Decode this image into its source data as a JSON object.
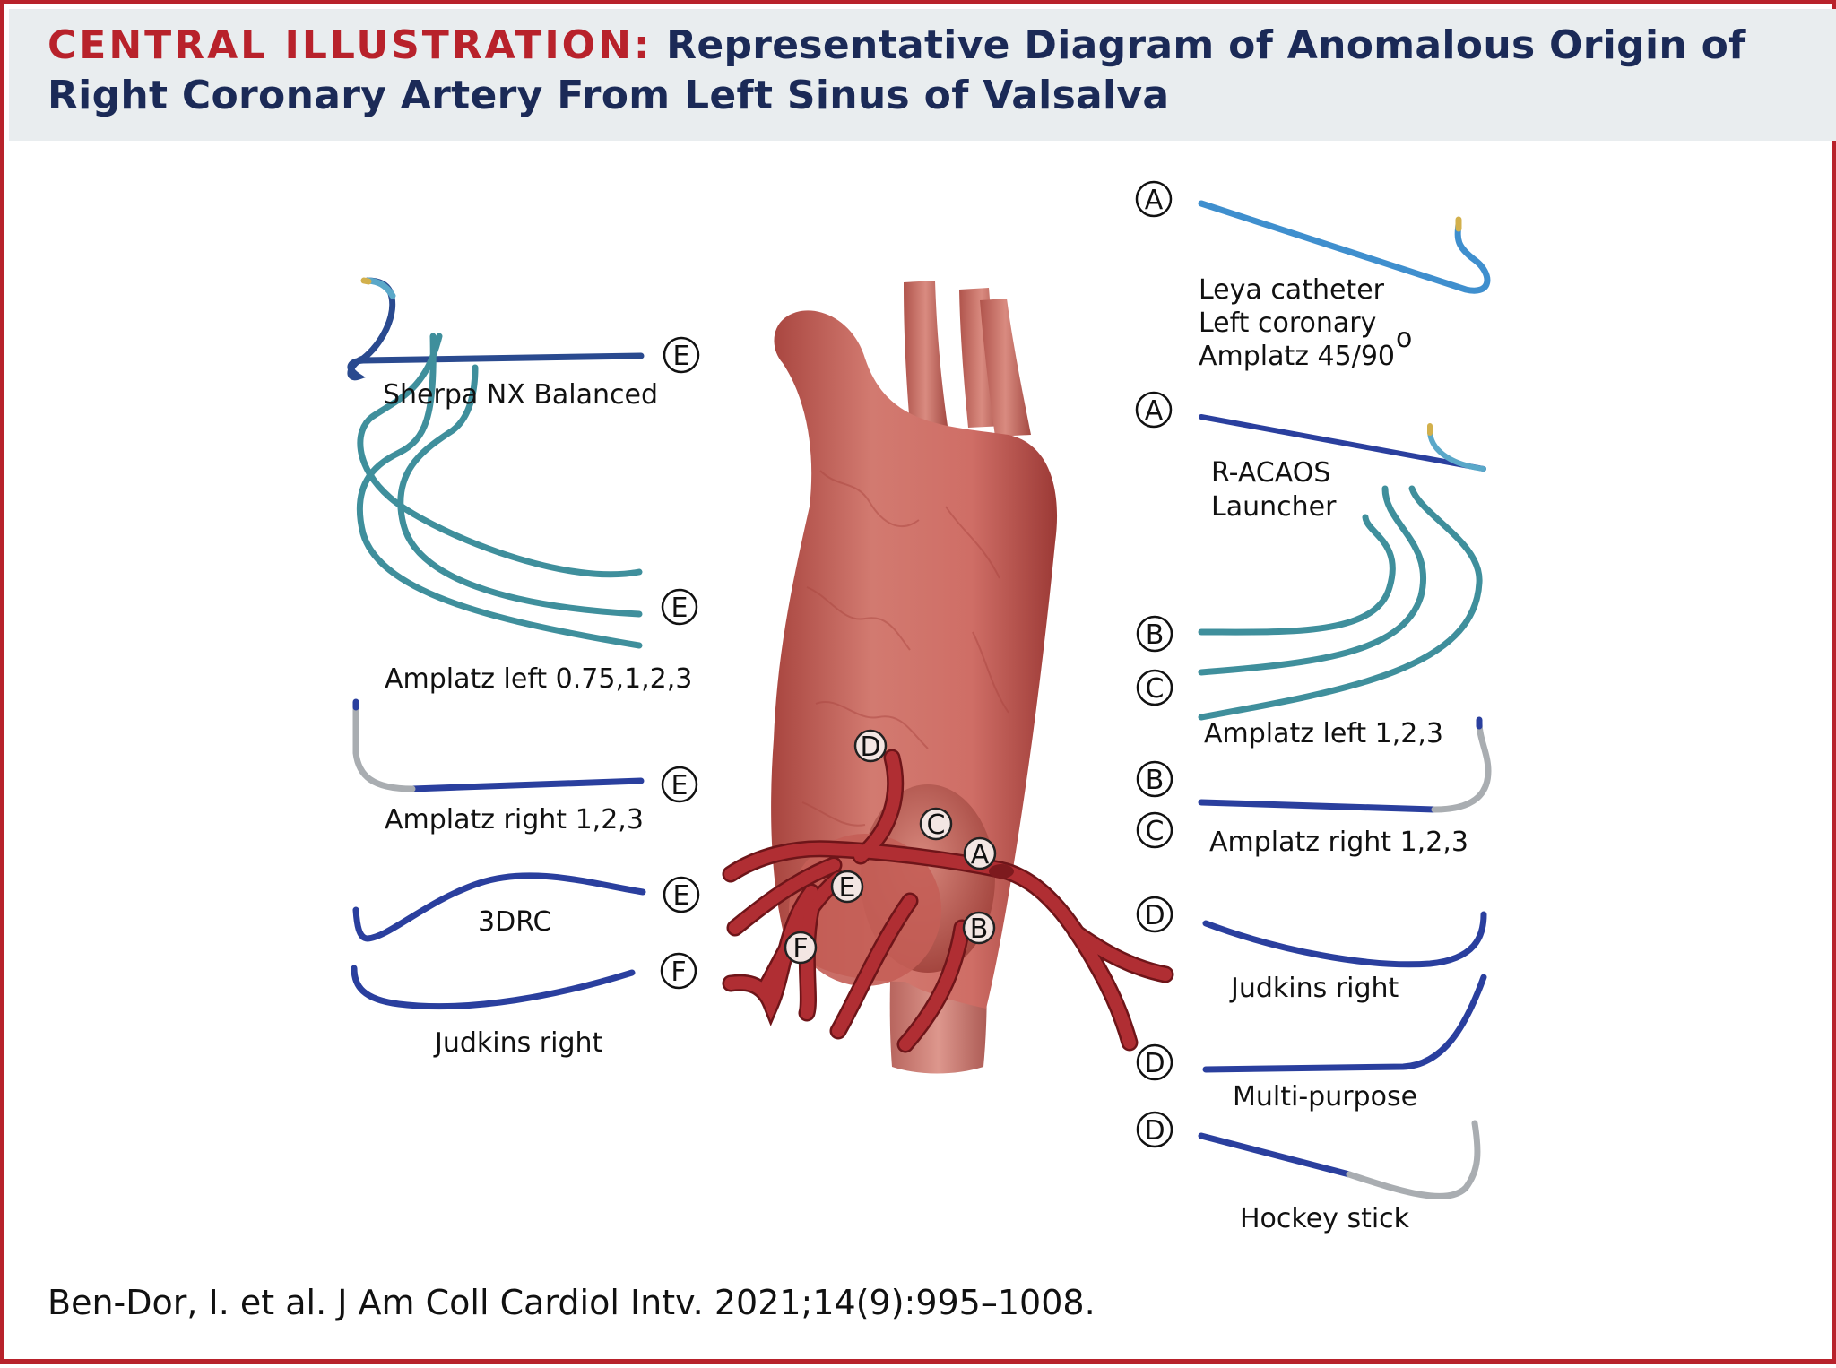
{
  "header": {
    "kicker": "CENTRAL ILLUSTRATION:",
    "title": " Representative Diagram of Anomalous Origin of Right Coronary Artery From Left Sinus of Valsalva"
  },
  "left_catheters": [
    {
      "label": "Sherpa NX Balanced",
      "marker": "E"
    },
    {
      "label": "Amplatz left 0.75,1,2,3",
      "marker": "E"
    },
    {
      "label": "Amplatz right 1,2,3",
      "marker": "E"
    },
    {
      "label": "3DRC",
      "marker": "E"
    },
    {
      "label": "Judkins right",
      "marker": "F"
    }
  ],
  "right_catheters": [
    {
      "label_lines": [
        "Leya catheter",
        "Left coronary",
        "Amplatz 45/90"
      ],
      "superscript": "o",
      "markers": [
        "A"
      ]
    },
    {
      "label_lines": [
        "R-ACAOS",
        "Launcher"
      ],
      "markers": [
        "A"
      ]
    },
    {
      "label_lines": [
        "Amplatz left 1,2,3"
      ],
      "markers": [
        "B",
        "C"
      ]
    },
    {
      "label_lines": [
        "Amplatz right 1,2,3"
      ],
      "markers": [
        "B",
        "C"
      ]
    },
    {
      "label_lines": [
        "Judkins right"
      ],
      "markers": [
        "D"
      ]
    },
    {
      "label_lines": [
        "Multi-purpose"
      ],
      "markers": [
        "D"
      ]
    },
    {
      "label_lines": [
        "Hockey stick"
      ],
      "markers": [
        "D"
      ]
    }
  ],
  "anatomy_markers": [
    "D",
    "C",
    "A",
    "E",
    "B",
    "F"
  ],
  "citation": "Ben-Dor, I. et al. J Am Coll Cardiol Intv. 2021;14(9):995–1008.",
  "colors": {
    "border_red": "#b8222b",
    "title_navy": "#1b2a57",
    "header_bg": "#e9edef",
    "catheter_blue": "#2a3f9e",
    "catheter_teal": "#3f8f9c",
    "catheter_light_blue": "#3f8fce",
    "catheter_gray": "#a9adb1",
    "artery_red": "#a02a2e",
    "aorta_red": "#c8625c"
  }
}
